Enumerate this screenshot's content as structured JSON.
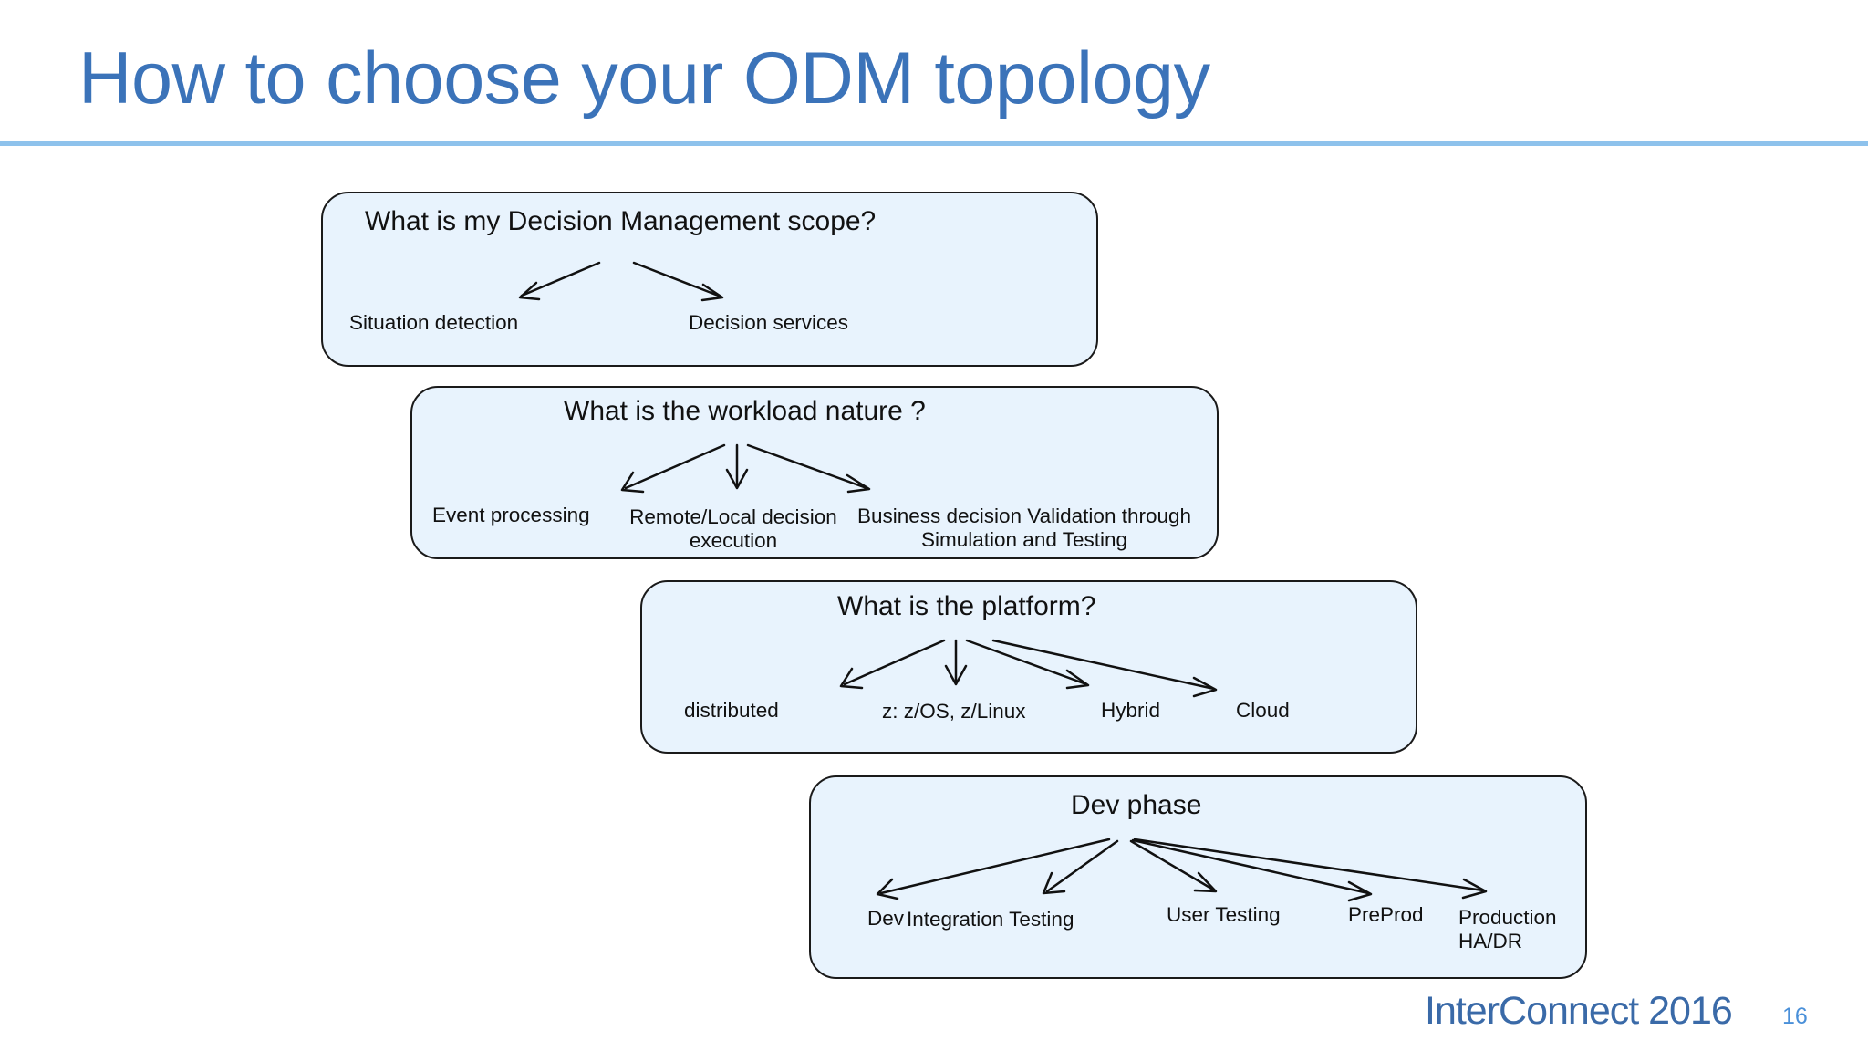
{
  "slide": {
    "title": "How to choose your ODM topology",
    "footer_brand": "InterConnect 2016",
    "page_number": "16"
  },
  "steps": [
    {
      "question": "What is my Decision Management scope?",
      "options": [
        "Situation detection",
        "Decision services"
      ]
    },
    {
      "question": "What is the workload nature ?",
      "options": [
        "Event processing",
        "Remote/Local decision execution",
        "Business decision Validation through Simulation and Testing"
      ]
    },
    {
      "question": "What is the platform?",
      "options": [
        "distributed",
        "z: z/OS, z/Linux",
        "Hybrid",
        "Cloud"
      ]
    },
    {
      "question": "Dev phase",
      "options": [
        "Dev",
        "Integration Testing",
        "User Testing",
        "PreProd",
        "Production HA/DR"
      ]
    }
  ],
  "colors": {
    "title": "#3b73b9",
    "rule": "#8ec2ec",
    "box_fill": "#e8f3fd",
    "box_border": "#1a1a1a",
    "footer_brand": "#3a6aa8",
    "page_number": "#4a90d9"
  }
}
